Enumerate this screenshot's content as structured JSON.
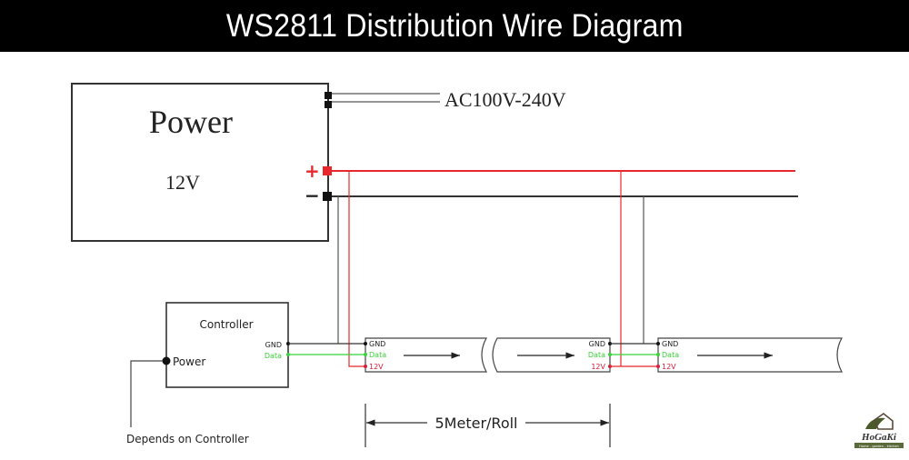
{
  "title": "WS2811 Distribution Wire Diagram",
  "power_supply": {
    "label": "Power",
    "voltage": "12V",
    "ac_input": "AC100V-240V",
    "plus_symbol": "+",
    "minus_symbol": "−"
  },
  "controller": {
    "label": "Controller",
    "power_port": "Power",
    "gnd_port": "GND",
    "data_port": "Data",
    "power_note": "Depends on Controller"
  },
  "strip_segments": [
    {
      "pins": [
        "GND",
        "Data",
        "12V"
      ]
    },
    {
      "pins": [
        "GND",
        "Data",
        "12V"
      ]
    },
    {
      "pins": [
        "GND",
        "Data",
        "12V"
      ]
    }
  ],
  "dimension": {
    "label": "5Meter/Roll"
  },
  "logo": {
    "name": "HoGaKi",
    "tagline": "Home - garden - kitchen"
  },
  "colors": {
    "positive_wire": "#e8282c",
    "ground_wire": "#333333",
    "data_wire": "#39d23a",
    "pin_12v": "#d4203a"
  }
}
